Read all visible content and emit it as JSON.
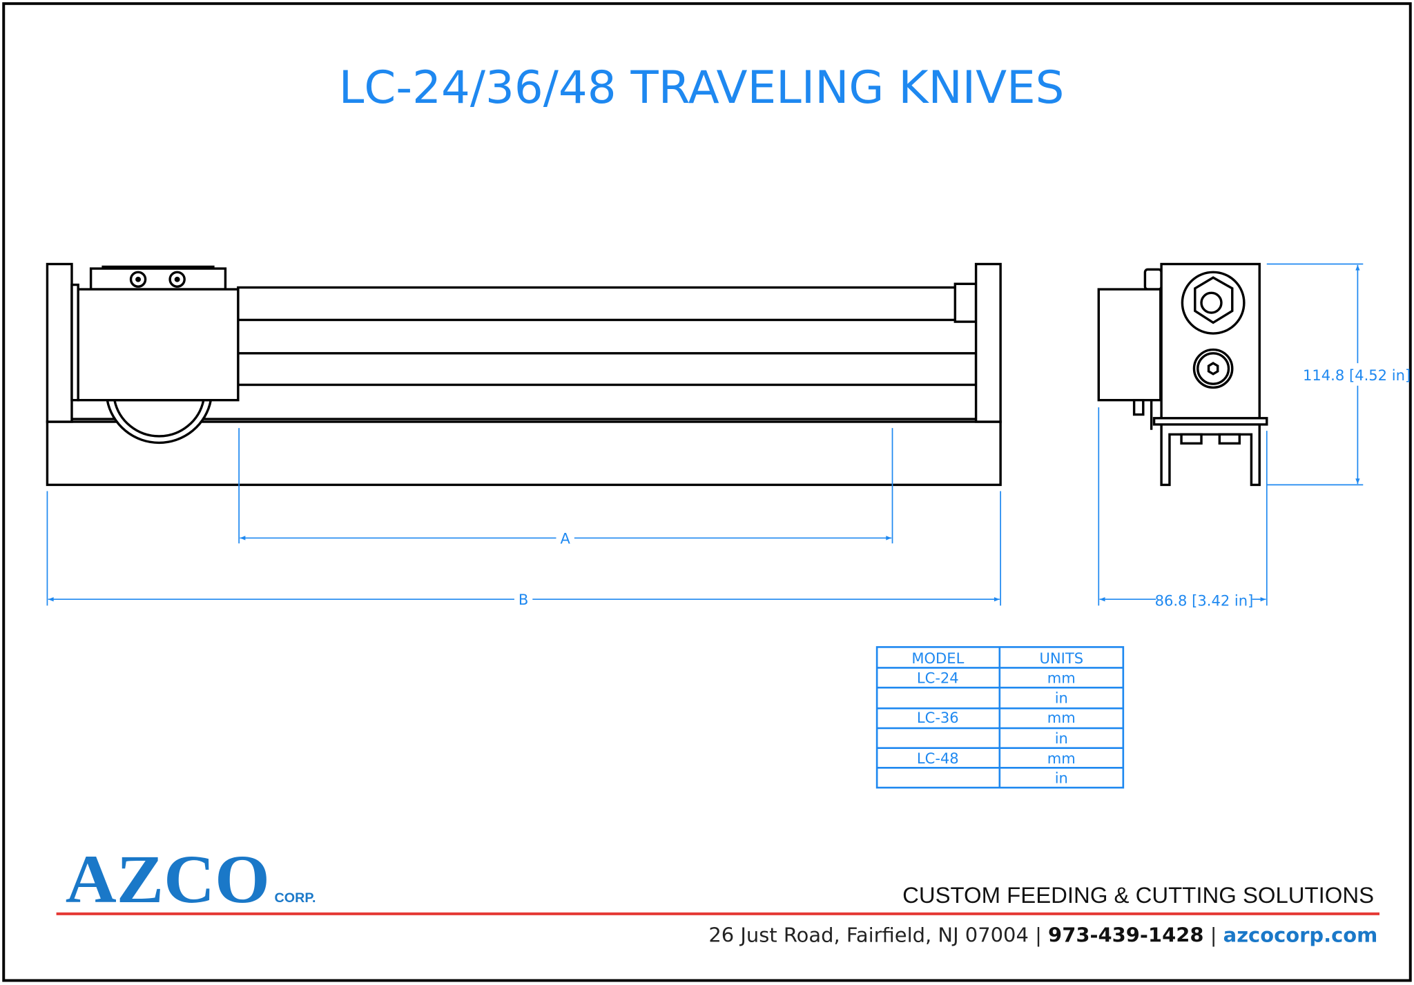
{
  "title": "LC-24/36/48 TRAVELING KNIVES",
  "dimensions": {
    "a_label": "A",
    "b_label": "B",
    "height_label": "114.8 [4.52 in]",
    "width_label": "86.8 [3.42 in]"
  },
  "table": {
    "headers": [
      "MODEL",
      "UNITS"
    ],
    "rows": [
      {
        "model": "LC-24",
        "units": "mm"
      },
      {
        "model": "",
        "units": "in"
      },
      {
        "model": "LC-36",
        "units": "mm"
      },
      {
        "model": "",
        "units": "in"
      },
      {
        "model": "LC-48",
        "units": "mm"
      },
      {
        "model": "",
        "units": "in"
      }
    ]
  },
  "footer": {
    "logo": "AZCO",
    "logo_suffix": "CORP.",
    "tagline": "CUSTOM FEEDING & CUTTING SOLUTIONS",
    "address": "26 Just Road, Fairfield, NJ 07004",
    "separator": "|",
    "phone": "973-439-1428",
    "website": "azcocorp.com"
  },
  "colors": {
    "accent": "#1e88f0",
    "logo": "#1a78c8",
    "rule": "#e53935"
  }
}
